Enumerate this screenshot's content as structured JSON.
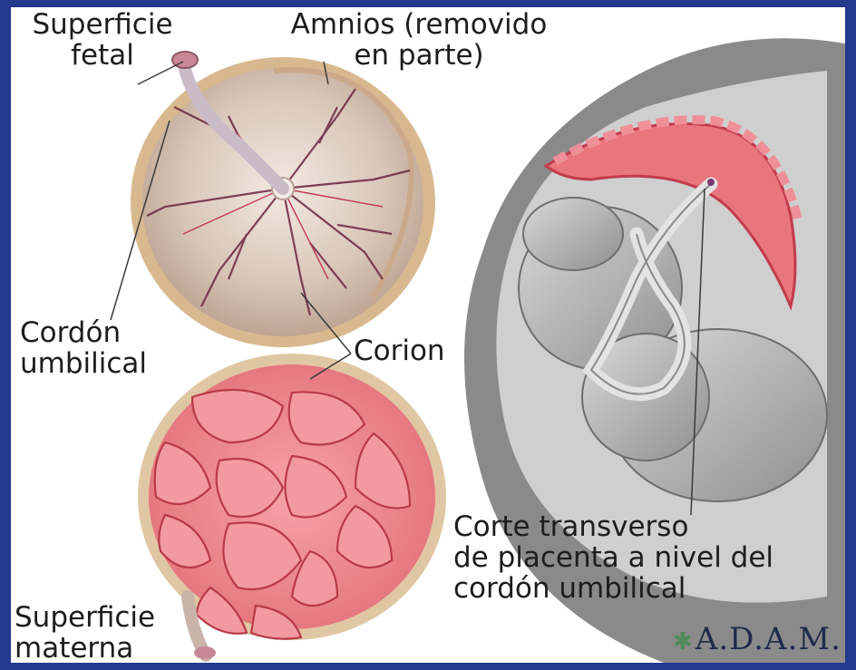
{
  "labels": {
    "fetal_surface": "Superficie\nfetal",
    "amnion": "Amnios (removido\nen parte)",
    "umbilical_cord": "Cordón\numbilical",
    "chorion": "Corion",
    "cross_section": "Corte transverso\nde placenta a nivel del\ncordón umbilical",
    "maternal_surface": "Superficie\nmaterna"
  },
  "logo": {
    "text": "A.D.A.M.",
    "mark": "✱"
  },
  "colors": {
    "frame": "#233a8c",
    "placenta_red": "#e8707a",
    "placenta_dark": "#c03a4a",
    "rim": "#d9b98c",
    "gray_fetus": "#b8b8b8"
  }
}
